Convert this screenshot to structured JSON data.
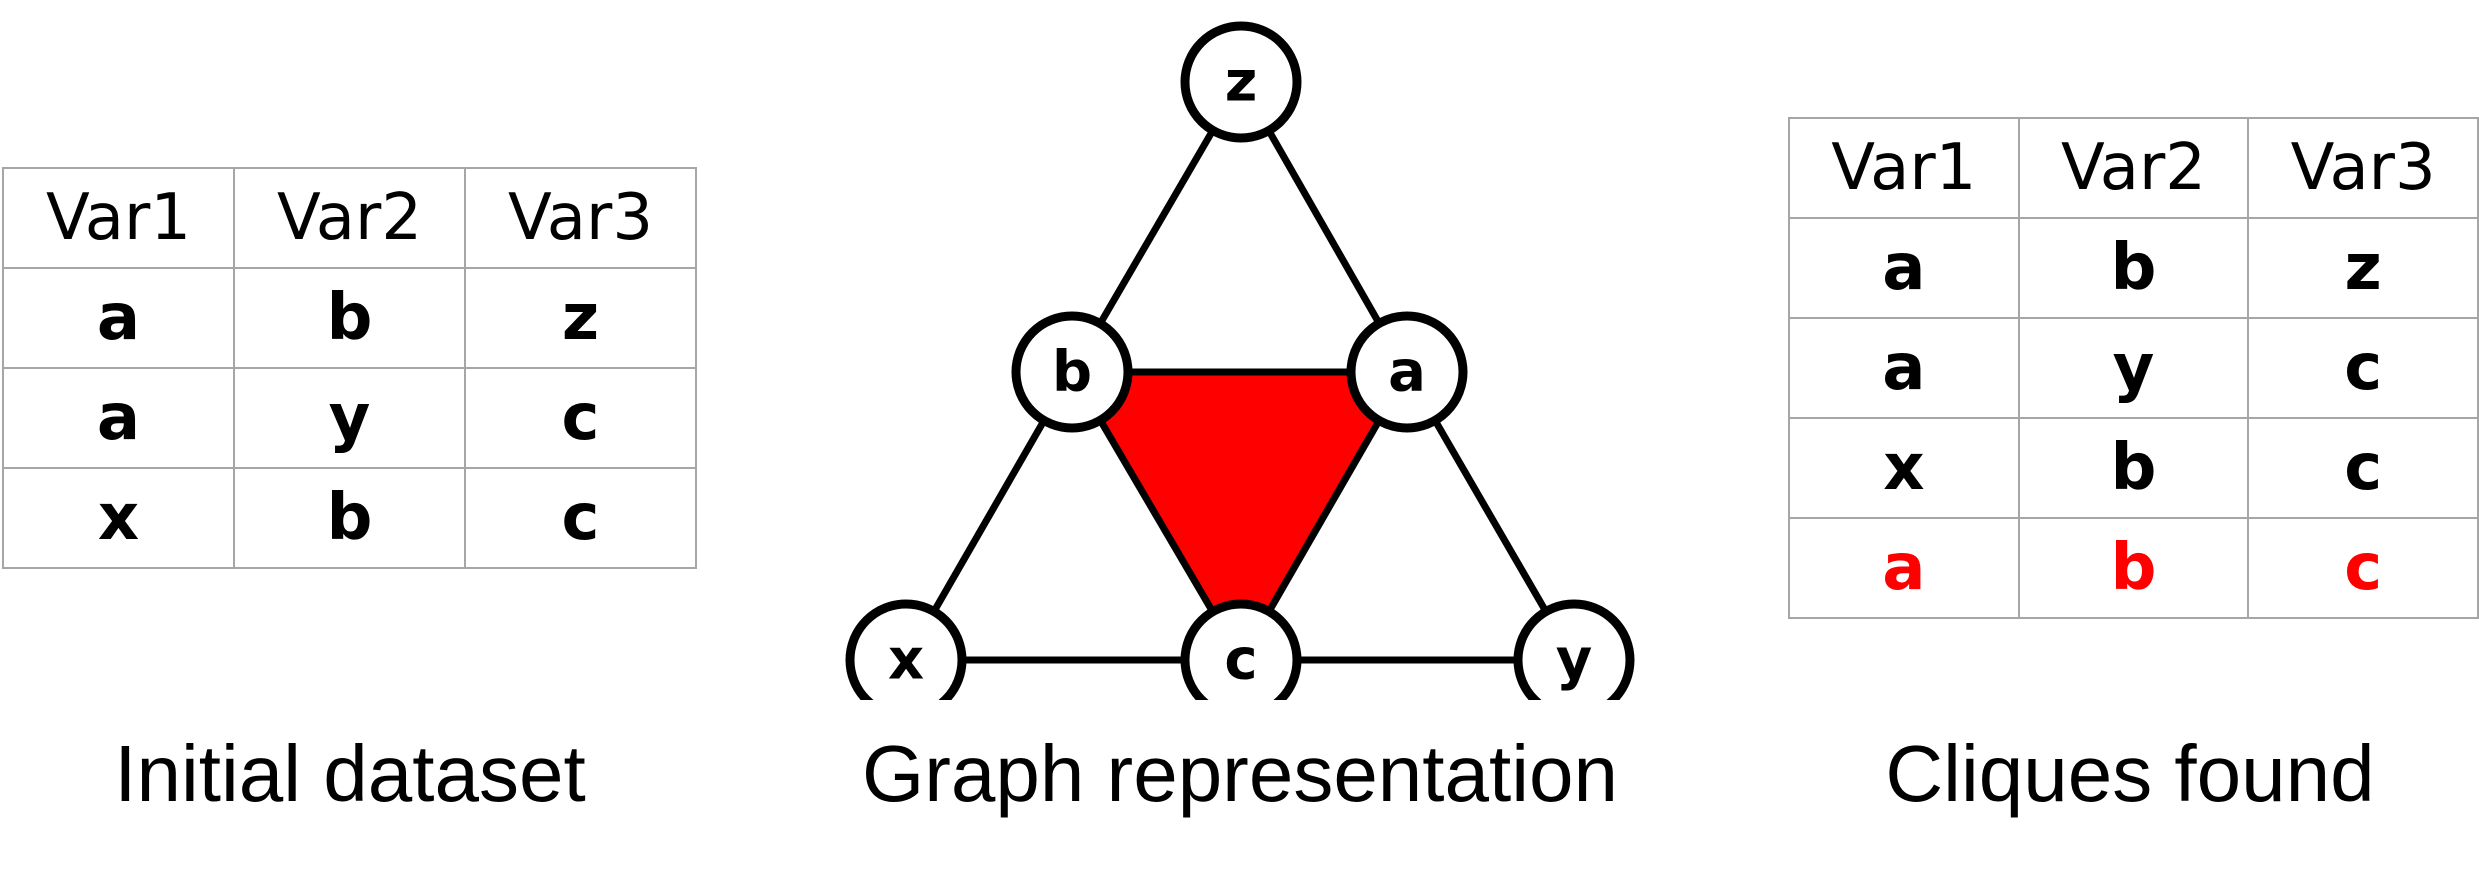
{
  "initial_dataset": {
    "caption": "Initial dataset",
    "headers": [
      "Var1",
      "Var2",
      "Var3"
    ],
    "rows": [
      [
        "a",
        "b",
        "z"
      ],
      [
        "a",
        "y",
        "c"
      ],
      [
        "x",
        "b",
        "c"
      ]
    ]
  },
  "graph": {
    "caption": "Graph representation",
    "nodes": [
      "z",
      "b",
      "a",
      "x",
      "c",
      "y"
    ],
    "edges": [
      [
        "z",
        "b"
      ],
      [
        "z",
        "a"
      ],
      [
        "b",
        "a"
      ],
      [
        "b",
        "x"
      ],
      [
        "b",
        "c"
      ],
      [
        "a",
        "c"
      ],
      [
        "a",
        "y"
      ],
      [
        "x",
        "c"
      ],
      [
        "c",
        "y"
      ]
    ],
    "highlight_triangle": [
      "b",
      "a",
      "c"
    ],
    "highlight_color": "#ff0000"
  },
  "cliques_found": {
    "caption": "Cliques found",
    "headers": [
      "Var1",
      "Var2",
      "Var3"
    ],
    "rows": [
      [
        "a",
        "b",
        "z"
      ],
      [
        "a",
        "y",
        "c"
      ],
      [
        "x",
        "b",
        "c"
      ],
      [
        "a",
        "b",
        "c"
      ]
    ],
    "highlight_row_color": "#ff0000"
  }
}
